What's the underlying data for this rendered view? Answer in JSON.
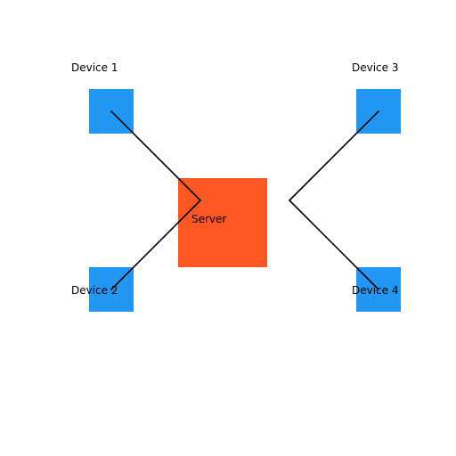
{
  "colors": {
    "server": "#FF5722",
    "device": "#2196F3",
    "link": "#000000",
    "background": "#FFFFFF"
  },
  "server": {
    "label": "Server"
  },
  "devices": [
    {
      "id": "device-1",
      "label": "Device 1"
    },
    {
      "id": "device-2",
      "label": "Device 2"
    },
    {
      "id": "device-3",
      "label": "Device 3"
    },
    {
      "id": "device-4",
      "label": "Device 4"
    }
  ]
}
